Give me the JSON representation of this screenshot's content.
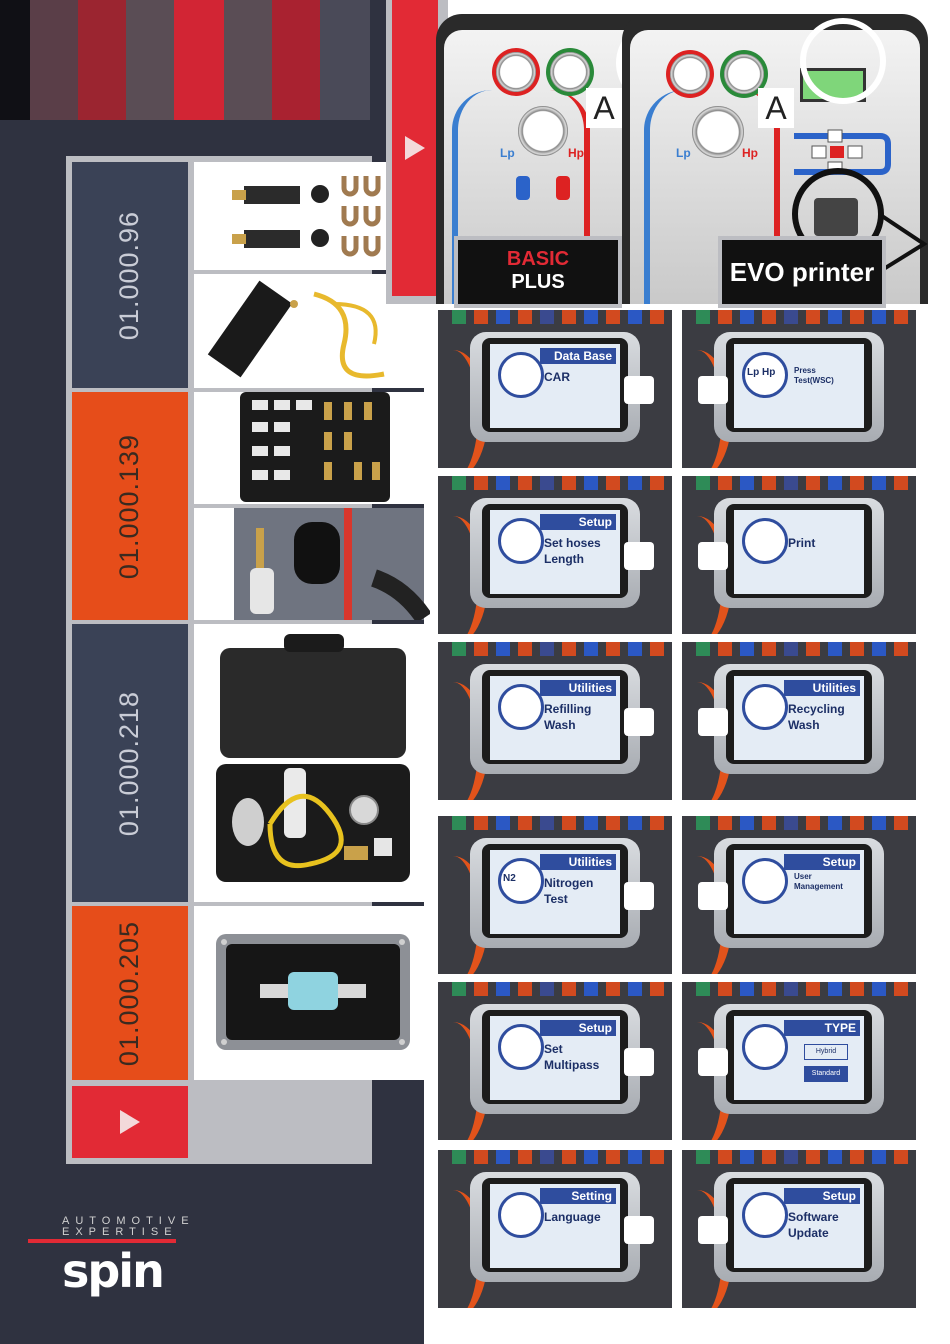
{
  "brand": {
    "line1": "AUTOMOTIVE",
    "line2": "EXPERTISE",
    "word": "spin"
  },
  "products": [
    {
      "code": "01.000.96",
      "style": "blue"
    },
    {
      "code": "01.000.139",
      "style": "orange"
    },
    {
      "code": "01.000.218",
      "style": "blue"
    },
    {
      "code": "01.000.205",
      "style": "orange"
    }
  ],
  "machines": {
    "callout_a": "A",
    "basic": {
      "line1": "BASIC",
      "line2": "PLUS"
    },
    "evo": {
      "label": "EVO printer"
    },
    "gauges": {
      "lp": "Lp",
      "hp": "Hp"
    }
  },
  "screens": [
    {
      "header": "Data Base",
      "line1": "CAR",
      "line2": "",
      "icon": "car-icon"
    },
    {
      "header": "",
      "line1": "Press",
      "line2": "Test(WSC)",
      "small": true,
      "icon_text": "Lp Hp",
      "icon": "gauge-icon"
    },
    {
      "header": "Setup",
      "line1": "Set hoses",
      "line2": "Length",
      "icon": "hoses-icon"
    },
    {
      "header": "",
      "line1": "Print",
      "line2": "",
      "icon": "printer-icon"
    },
    {
      "header": "Utilities",
      "line1": "Refilling",
      "line2": "Wash",
      "icon": "refill-icon"
    },
    {
      "header": "Utilities",
      "line1": "Recycling",
      "line2": "Wash",
      "icon": "recycle-icon"
    },
    {
      "header": "Utilities",
      "line1": "Nitrogen",
      "line2": "Test",
      "icon_text": "N2",
      "icon": "nitrogen-icon"
    },
    {
      "header": "Setup",
      "line1": "User",
      "line2": "Management",
      "small": true,
      "icon": "user-icon"
    },
    {
      "header": "Setup",
      "line1": "Set",
      "line2": "Multipass",
      "icon": "multipass-icon"
    },
    {
      "header": "TYPE",
      "line1": "",
      "line2": "",
      "options": [
        "Hybrid",
        "Standard"
      ],
      "icon": "fuel-icon"
    },
    {
      "header": "Setting",
      "line1": "Language",
      "line2": "",
      "icon": "flags-icon"
    },
    {
      "header": "Setup",
      "line1": "Software",
      "line2": "Update",
      "icon": "software-icon"
    }
  ],
  "colors": {
    "dark": "#2f3240",
    "red": "#e22a35",
    "orange": "#e64d1a",
    "screen_blue": "#2f4d9e"
  }
}
